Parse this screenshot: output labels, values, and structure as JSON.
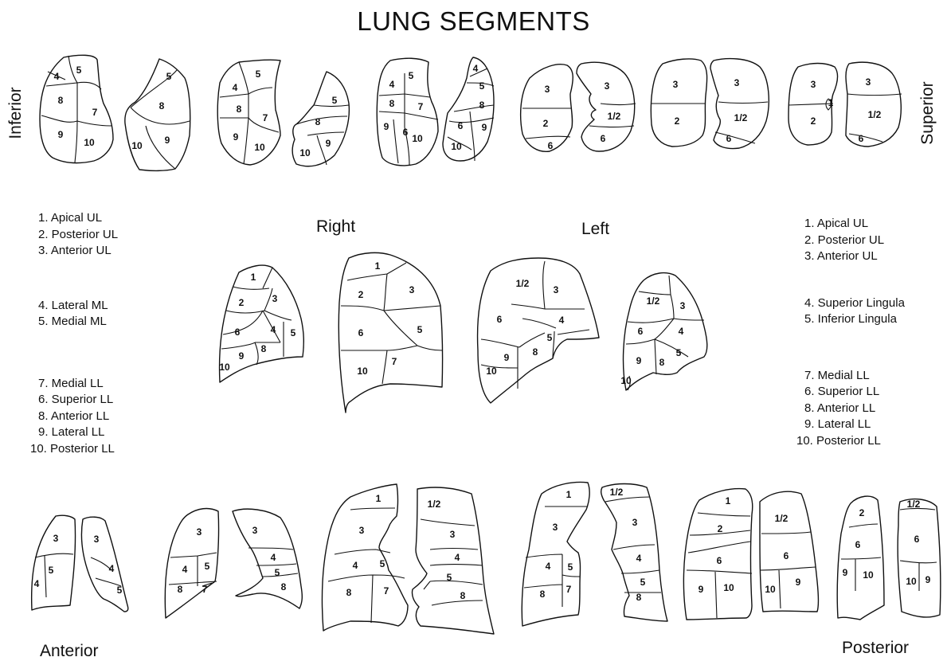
{
  "title": "LUNG SEGMENTS",
  "side_labels": {
    "inferior": "Inferior",
    "superior": "Superior",
    "anterior": "Anterior",
    "posterior": "Posterior"
  },
  "headings": {
    "right": "Right",
    "left": "Left"
  },
  "legend_right": {
    "upper": [
      "1. Apical UL",
      "2. Posterior UL",
      "3. Anterior UL"
    ],
    "middle": [
      "4. Lateral ML",
      "5. Medial ML"
    ],
    "lower": [
      "7. Medial LL",
      "6. Superior LL",
      "8. Anterior LL",
      "9. Lateral LL",
      "10. Posterior LL"
    ]
  },
  "legend_left": {
    "upper": [
      "1. Apical UL",
      "2. Posterior UL",
      "3. Anterior UL"
    ],
    "middle": [
      "4. Superior Lingula",
      "5. Inferior Lingula"
    ],
    "lower": [
      "7. Medial LL",
      "6. Superior LL",
      "8. Anterior LL",
      "9. Lateral LL",
      "10. Posterior LL"
    ]
  },
  "segment_labels": [
    "4",
    "5",
    "8",
    "7",
    "9",
    "10",
    "5",
    "8",
    "10",
    "9",
    "4",
    "5",
    "8",
    "7",
    "9",
    "10",
    "5",
    "8",
    "10",
    "9",
    "4",
    "5",
    "8",
    "7",
    "9",
    "6",
    "10",
    "4",
    "5",
    "8",
    "6",
    "9",
    "10",
    "3",
    "2",
    "6",
    "3",
    "1/2",
    "6",
    "3",
    "2",
    "3",
    "1/2",
    "6",
    "3",
    "2",
    "1",
    "3",
    "1/2",
    "6",
    "1",
    "2",
    "3",
    "6",
    "4",
    "5",
    "9",
    "8",
    "10",
    "1",
    "2",
    "3",
    "6",
    "5",
    "10",
    "7",
    "1/2",
    "3",
    "4",
    "6",
    "5",
    "9",
    "8",
    "10",
    "1/2",
    "3",
    "4",
    "6",
    "5",
    "9",
    "8",
    "10",
    "3",
    "5",
    "4",
    "3",
    "4",
    "5",
    "3",
    "4",
    "5",
    "8",
    "7",
    "3",
    "4",
    "5",
    "8",
    "1",
    "3",
    "4",
    "5",
    "8",
    "7",
    "1/2",
    "3",
    "4",
    "5",
    "8",
    "1",
    "3",
    "4",
    "5",
    "8",
    "7",
    "1/2",
    "3",
    "4",
    "5",
    "8",
    "1",
    "2",
    "6",
    "9",
    "10",
    "1/2",
    "6",
    "10",
    "9",
    "2",
    "6",
    "9",
    "10",
    "1/2",
    "6",
    "10",
    "9"
  ]
}
